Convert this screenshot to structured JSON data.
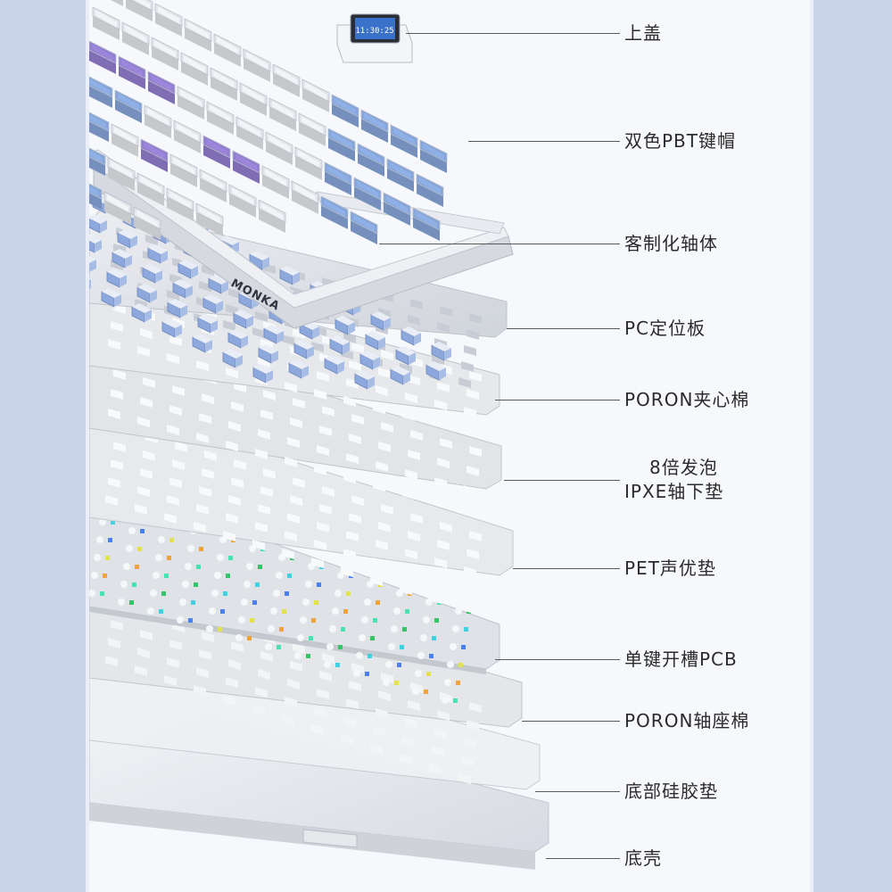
{
  "colors": {
    "background": "#c9d4ea",
    "panel": "#f7f8fb",
    "keycap_white": "#f2f4f8",
    "keycap_blue": "#8fb0e6",
    "keycap_purple": "#9b86dc",
    "frame": "#dcdfe6",
    "plate": "#e2e5ea",
    "line": "#5a5a5a",
    "text": "#2b2b2b"
  },
  "top_module": {
    "display_text": "11:30:25"
  },
  "case_logo": "MONKA",
  "layers": [
    {
      "id": "top-cover",
      "lines": [
        "上盖"
      ]
    },
    {
      "id": "keycaps",
      "lines": [
        "双色PBT键帽"
      ]
    },
    {
      "id": "switches",
      "lines": [
        "客制化轴体"
      ]
    },
    {
      "id": "pc-plate",
      "lines": [
        "PC定位板"
      ]
    },
    {
      "id": "poron-foam",
      "lines": [
        "PORON夹心棉"
      ]
    },
    {
      "id": "ixpe-pad",
      "lines": [
        "8倍发泡",
        "IPXE轴下垫"
      ]
    },
    {
      "id": "pet-pad",
      "lines": [
        "PET声优垫"
      ]
    },
    {
      "id": "pcb",
      "lines": [
        "单键开槽PCB"
      ]
    },
    {
      "id": "poron-socket",
      "lines": [
        "PORON轴座棉"
      ]
    },
    {
      "id": "silicone-pad",
      "lines": [
        "底部硅胶垫"
      ]
    },
    {
      "id": "bottom-case",
      "lines": [
        "底壳"
      ]
    }
  ]
}
